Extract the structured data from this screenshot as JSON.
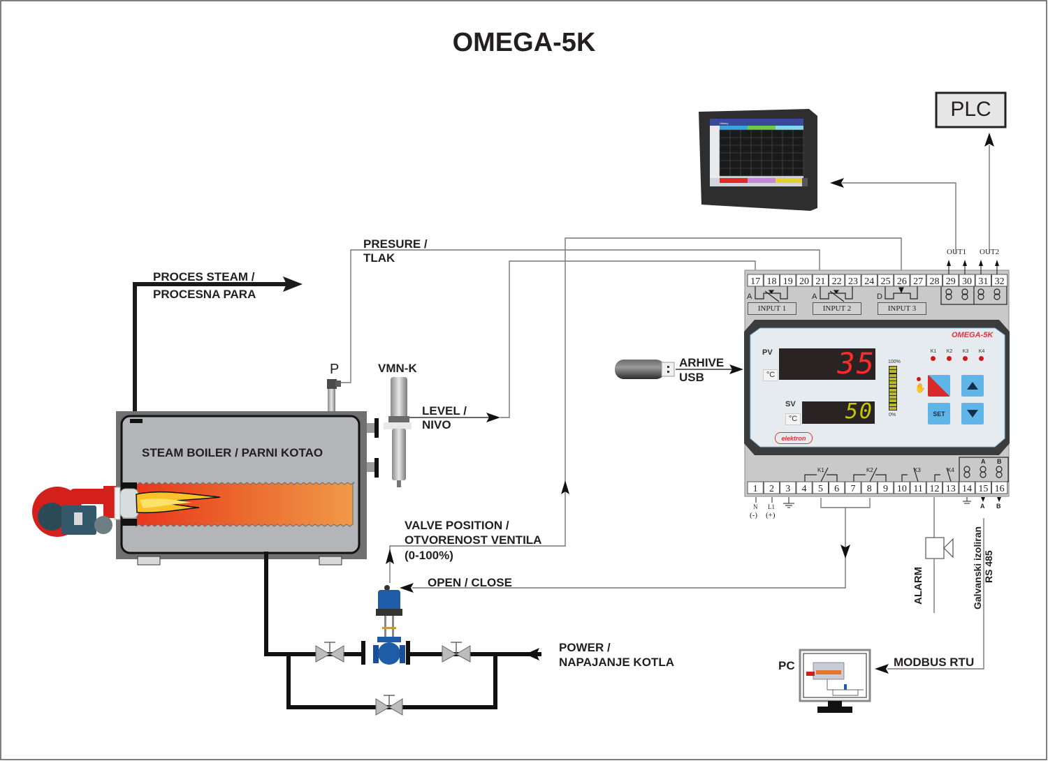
{
  "title": "OMEGA-5K",
  "labels": {
    "process_steam_1": "PROCES STEAM /",
    "process_steam_2": "PROCESNA PARA",
    "presure_1": "PRESURE /",
    "presure_2": "TLAK",
    "pressure_sensor": "P",
    "level_sensor": "VMN-K",
    "level_1": "LEVEL /",
    "level_2": "NIVO",
    "boiler": "STEAM BOILER / PARNI KOTAO",
    "valve_position_1": "VALVE POSITION /",
    "valve_position_2": "OTVORENOST VENTILA",
    "valve_position_3": "(0-100%)",
    "open_close": "OPEN / CLOSE",
    "power_1": "POWER /",
    "power_2": "NAPAJANJE KOTLA",
    "archive_1": "ARHIVE",
    "archive_2": "USB",
    "plc": "PLC",
    "out1": "OUT1",
    "out2": "OUT2",
    "alarm": "ALARM",
    "rs485_1": "Galvanski izoliran",
    "rs485_2": "RS 485",
    "modbus": "MODBUS RTU",
    "pc": "PC"
  },
  "controller": {
    "brand": "OMEGA-5K",
    "manufacturer": "elektron",
    "pv_label": "PV",
    "pv_value": "35",
    "pv_unit": "°C",
    "sv_label": "SV",
    "sv_value": "50",
    "sv_unit": "°C",
    "bar_top": "100%",
    "bar_bottom": "0%",
    "bar_level": 1.0,
    "relays": [
      "K1",
      "K2",
      "K3",
      "K4"
    ],
    "set_button": "SET",
    "up_icon": "up-arrow",
    "down_icon": "down-arrow",
    "manual_icon": "hand",
    "colors": {
      "pv": "#ff2a2a",
      "sv": "#c8c800",
      "button": "#5fb4e8",
      "led": "#d01818",
      "brand": "#e0343c"
    }
  },
  "terminals_top": [
    "17",
    "18",
    "19",
    "20",
    "21",
    "22",
    "23",
    "24",
    "25",
    "26",
    "27",
    "28",
    "29",
    "30",
    "31",
    "32"
  ],
  "input_labels": [
    "INPUT 1",
    "INPUT 2",
    "INPUT 3"
  ],
  "input_types": [
    "A",
    "A",
    "D"
  ],
  "terminals_bottom": [
    "1",
    "2",
    "3",
    "4",
    "5",
    "6",
    "7",
    "8",
    "9",
    "10",
    "11",
    "12",
    "13",
    "14",
    "15",
    "16"
  ],
  "relay_labels": [
    "K1",
    "K2",
    "K3",
    "K4"
  ],
  "bottom_marks": {
    "n": "N",
    "neg": "(-)",
    "l1": "L1",
    "pos": "(+)",
    "a": "A",
    "b": "B"
  },
  "recorder": {
    "screen_title": "History"
  }
}
